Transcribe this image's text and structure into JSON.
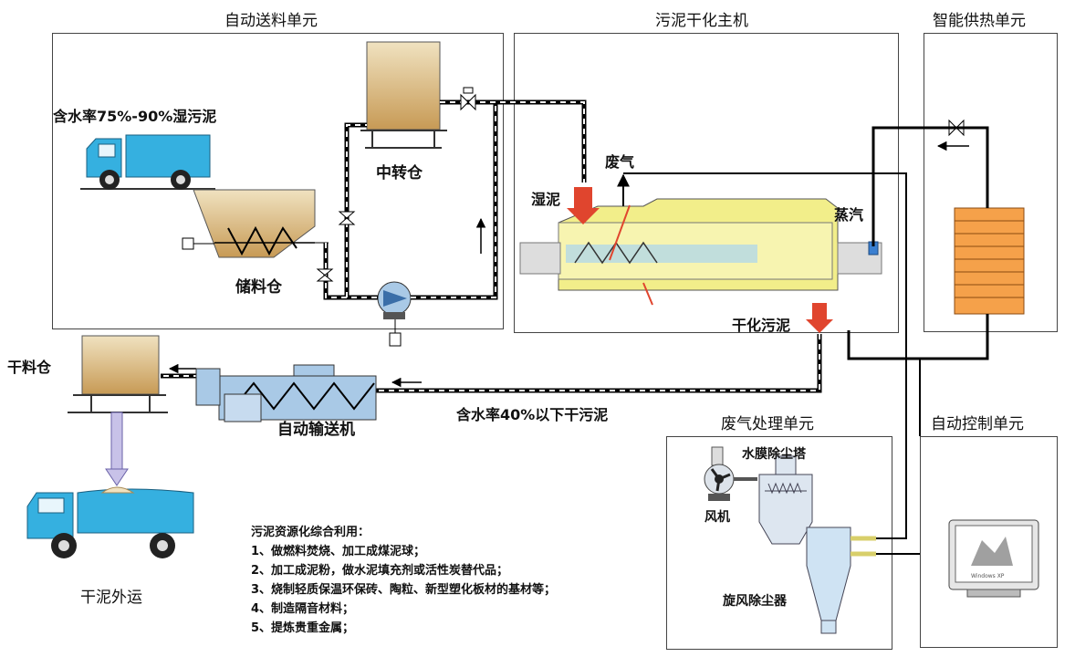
{
  "units": {
    "feeding": "自动送料单元",
    "dryer": "污泥干化主机",
    "heating": "智能供热单元",
    "exhaust": "废气处理单元",
    "control": "自动控制单元"
  },
  "labels": {
    "wet_sludge": "含水率75%-90%湿污泥",
    "transfer_bin": "中转仓",
    "storage_bin": "储料仓",
    "waste_gas": "废气",
    "wet_mud": "湿泥",
    "steam": "蒸汽",
    "dried_sludge": "干化污泥",
    "dry_bin": "干料仓",
    "conveyor": "自动输送机",
    "dry_output": "含水率40%以下干污泥",
    "dry_transport": "干泥外运",
    "water_tower": "水膜除尘塔",
    "fan": "风机",
    "cyclone": "旋风除尘器",
    "pc_screen": "Windows XP"
  },
  "notes": {
    "title": "污泥资源化综合利用：",
    "items": [
      "1、做燃料焚烧、加工成煤泥球；",
      "2、加工成泥粉，做水泥填充剂或活性炭替代品；",
      "3、烧制轻质保温环保砖、陶粒、新型塑化板材的基材等；",
      "4、制造隔音材料；",
      "5、提炼贵重金属；"
    ]
  },
  "colors": {
    "sludge": "#c79a55",
    "sludge_light": "#f0e2c0",
    "truck": "#35b0e0",
    "dryer": "#f2ee8a",
    "heater": "#f5a14a",
    "red_arrow": "#e0452e",
    "blue_gray": "#a9c9e6"
  }
}
